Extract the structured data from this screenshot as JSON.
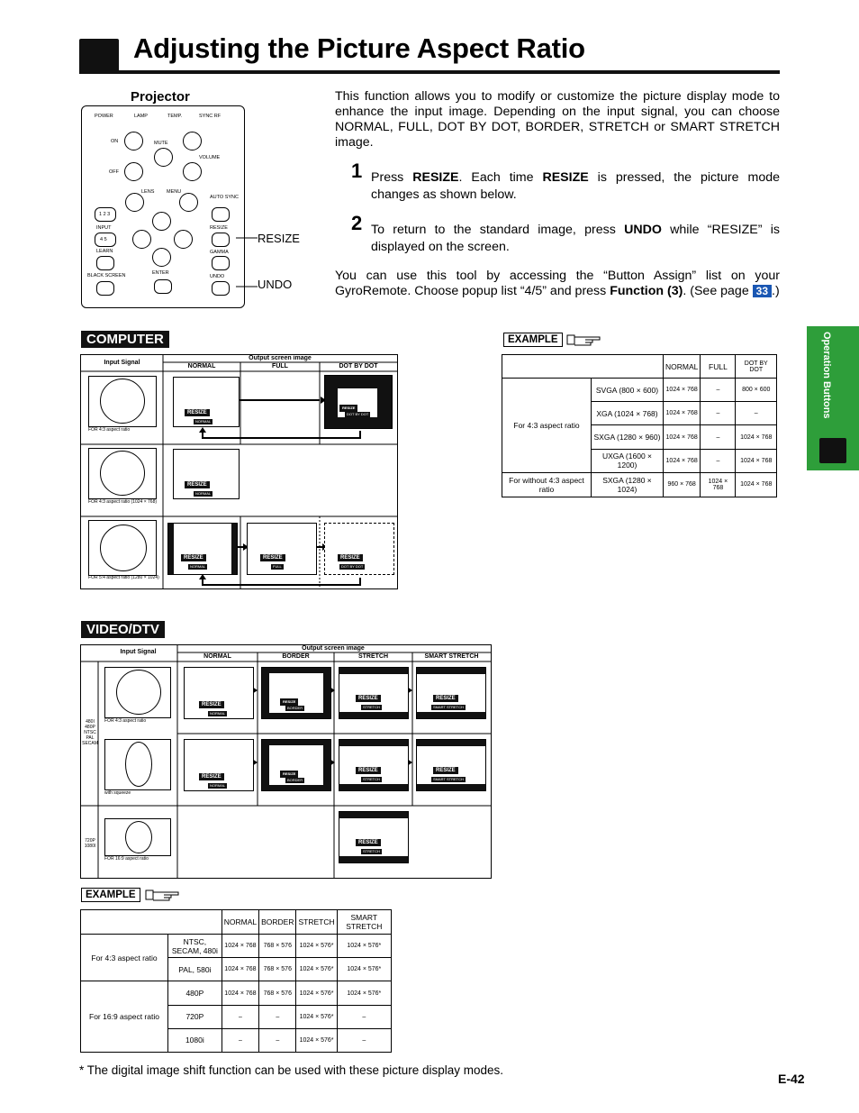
{
  "header": {
    "title": "Adjusting the Picture Aspect Ratio"
  },
  "projector": {
    "label": "Projector",
    "remote_labels": [
      "POWER",
      "LAMP",
      "TEMP.",
      "SYNC RF",
      "ON",
      "MUTE",
      "OFF",
      "VOLUME",
      "LENS",
      "MENU",
      "AUTO SYNC",
      "INPUT",
      "RESIZE",
      "LEARN",
      "GAMMA",
      "BLACK SCREEN",
      "ENTER",
      "UNDO",
      "1 2 3",
      "4 5"
    ],
    "resize_callout": "RESIZE",
    "undo_callout": "UNDO"
  },
  "intro": "This function allows you to modify or customize the picture display mode to enhance the input image. Depending on the input signal, you can choose NORMAL, FULL, DOT BY DOT, BORDER, STRETCH or SMART STRETCH image.",
  "steps": [
    {
      "num": "1",
      "pre": "Press ",
      "b1": "RESIZE",
      "mid": ". Each time ",
      "b2": "RESIZE",
      "post": " is pressed, the picture mode changes as shown below."
    },
    {
      "num": "2",
      "pre": "To return to the standard image, press ",
      "b1": "UNDO",
      "post": " while “RESIZE” is displayed on the screen."
    }
  ],
  "assign": {
    "pre": "You can use this tool by accessing the “Button Assign” list on your GyroRemote. Choose popup list “4/5” and press ",
    "bold": "Function (3)",
    "post": ". (See page ",
    "page": "33",
    "end": ".)"
  },
  "side_tab": "Operation Buttons",
  "computer": {
    "label": "COMPUTER",
    "input_signal": "Input Signal",
    "output_header": "Output screen image",
    "cols": [
      "NORMAL",
      "FULL",
      "DOT BY DOT"
    ],
    "resize": "RESIZE",
    "captions": [
      "FOR 4:3 aspect ratio",
      "FOR 4:3 aspect ratio (1024 × 768)",
      "FOR 5:4 aspect ratio (1280 × 1024)"
    ],
    "badges": [
      "NORMAL",
      "FULL",
      "DOT BY DOT"
    ]
  },
  "computer_example": {
    "label": "EXAMPLE",
    "cols": [
      "NORMAL",
      "FULL",
      "DOT BY DOT"
    ],
    "groups": [
      {
        "label": "For 4:3 aspect ratio",
        "rows": [
          {
            "signal": "SVGA (800 × 600)",
            "values": [
              "1024 × 768",
              "–",
              "800 × 600"
            ]
          },
          {
            "signal": "XGA (1024 × 768)",
            "values": [
              "1024 × 768",
              "–",
              "–"
            ]
          },
          {
            "signal": "SXGA (1280 × 960)",
            "values": [
              "1024 × 768",
              "–",
              "1024 × 768"
            ]
          },
          {
            "signal": "UXGA (1600 × 1200)",
            "values": [
              "1024 × 768",
              "–",
              "1024 × 768"
            ]
          }
        ]
      },
      {
        "label": "For without 4:3 aspect ratio",
        "rows": [
          {
            "signal": "SXGA (1280 × 1024)",
            "values": [
              "960 × 768",
              "1024 × 768",
              "1024 × 768"
            ]
          }
        ]
      }
    ]
  },
  "video": {
    "label": "VIDEO/DTV",
    "input_signal": "Input Signal",
    "output_header": "Output screen image",
    "cols": [
      "NORMAL",
      "BORDER",
      "STRETCH",
      "SMART STRETCH"
    ],
    "resize": "RESIZE",
    "row_labels": [
      "480I 480P NTSC PAL SECAM",
      "720P 1080I"
    ],
    "captions": [
      "FOR 4:3 aspect ratio",
      "with squeeze",
      "FOR 16:9 aspect ratio"
    ],
    "badges": [
      "NORMAL",
      "BORDER",
      "STRETCH",
      "SMART STRETCH"
    ]
  },
  "video_example": {
    "label": "EXAMPLE",
    "cols": [
      "NORMAL",
      "BORDER",
      "STRETCH",
      "SMART STRETCH"
    ],
    "groups": [
      {
        "label": "For 4:3 aspect ratio",
        "rows": [
          {
            "signal": "NTSC, SECAM, 480i",
            "values": [
              "1024 × 768",
              "768 × 576",
              "1024 × 576*",
              "1024 × 576*"
            ]
          },
          {
            "signal": "PAL, 580i",
            "values": [
              "1024 × 768",
              "768 × 576",
              "1024 × 576*",
              "1024 × 576*"
            ]
          }
        ]
      },
      {
        "label": "For 16:9 aspect ratio",
        "rows": [
          {
            "signal": "480P",
            "values": [
              "1024 × 768",
              "768 × 576",
              "1024 × 576*",
              "1024 × 576*"
            ]
          },
          {
            "signal": "720P",
            "values": [
              "–",
              "–",
              "1024 × 576*",
              "–"
            ]
          },
          {
            "signal": "1080i",
            "values": [
              "–",
              "–",
              "1024 × 576*",
              "–"
            ]
          }
        ]
      }
    ]
  },
  "footnote": "* The digital image shift function can be used with these picture display modes.",
  "page_number": "E-42"
}
